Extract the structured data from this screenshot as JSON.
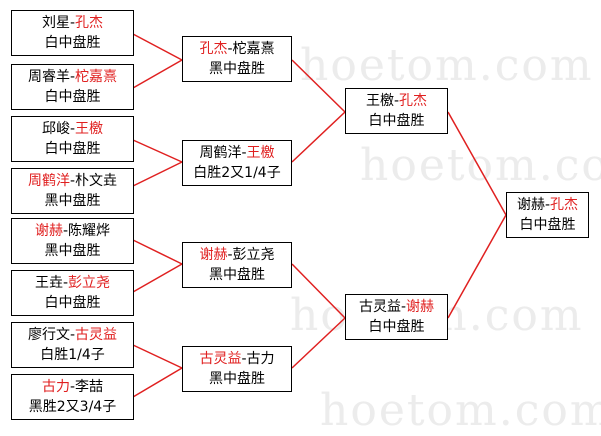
{
  "watermark": "hoetom.com",
  "colors": {
    "winner": "#e02020",
    "text": "#000000",
    "line": "#e02020",
    "border": "#000000"
  },
  "matches": [
    {
      "id": "r1m1",
      "p1": "刘星",
      "p2": "孔杰",
      "winner": 2,
      "result": "白中盘胜"
    },
    {
      "id": "r1m2",
      "p1": "周睿羊",
      "p2": "柁嘉熹",
      "winner": 2,
      "result": "白中盘胜"
    },
    {
      "id": "r1m3",
      "p1": "邱峻",
      "p2": "王檄",
      "winner": 2,
      "result": "白中盘胜"
    },
    {
      "id": "r1m4",
      "p1": "周鹤洋",
      "p2": "朴文垚",
      "winner": 1,
      "result": "黑中盘胜"
    },
    {
      "id": "r1m5",
      "p1": "谢赫",
      "p2": "陈耀烨",
      "winner": 1,
      "result": "黑中盘胜"
    },
    {
      "id": "r1m6",
      "p1": "王垚",
      "p2": "彭立尧",
      "winner": 2,
      "result": "白中盘胜"
    },
    {
      "id": "r1m7",
      "p1": "廖行文",
      "p2": "古灵益",
      "winner": 2,
      "result": "白胜1/4子"
    },
    {
      "id": "r1m8",
      "p1": "古力",
      "p2": "李喆",
      "winner": 1,
      "result": "黑胜2又3/4子"
    },
    {
      "id": "r2m1",
      "p1": "孔杰",
      "p2": "柁嘉熹",
      "winner": 1,
      "result": "黑中盘胜"
    },
    {
      "id": "r2m2",
      "p1": "周鹤洋",
      "p2": "王檄",
      "winner": 2,
      "result": "白胜2又1/4子"
    },
    {
      "id": "r2m3",
      "p1": "谢赫",
      "p2": "彭立尧",
      "winner": 1,
      "result": "黑中盘胜"
    },
    {
      "id": "r2m4",
      "p1": "古灵益",
      "p2": "古力",
      "winner": 1,
      "result": "黑中盘胜"
    },
    {
      "id": "r3m1",
      "p1": "王檄",
      "p2": "孔杰",
      "winner": 2,
      "result": "白中盘胜"
    },
    {
      "id": "r3m2",
      "p1": "古灵益",
      "p2": "谢赫",
      "winner": 2,
      "result": "白中盘胜"
    },
    {
      "id": "final",
      "p1": "谢赫",
      "p2": "孔杰",
      "winner": 2,
      "result": "白中盘胜"
    }
  ]
}
